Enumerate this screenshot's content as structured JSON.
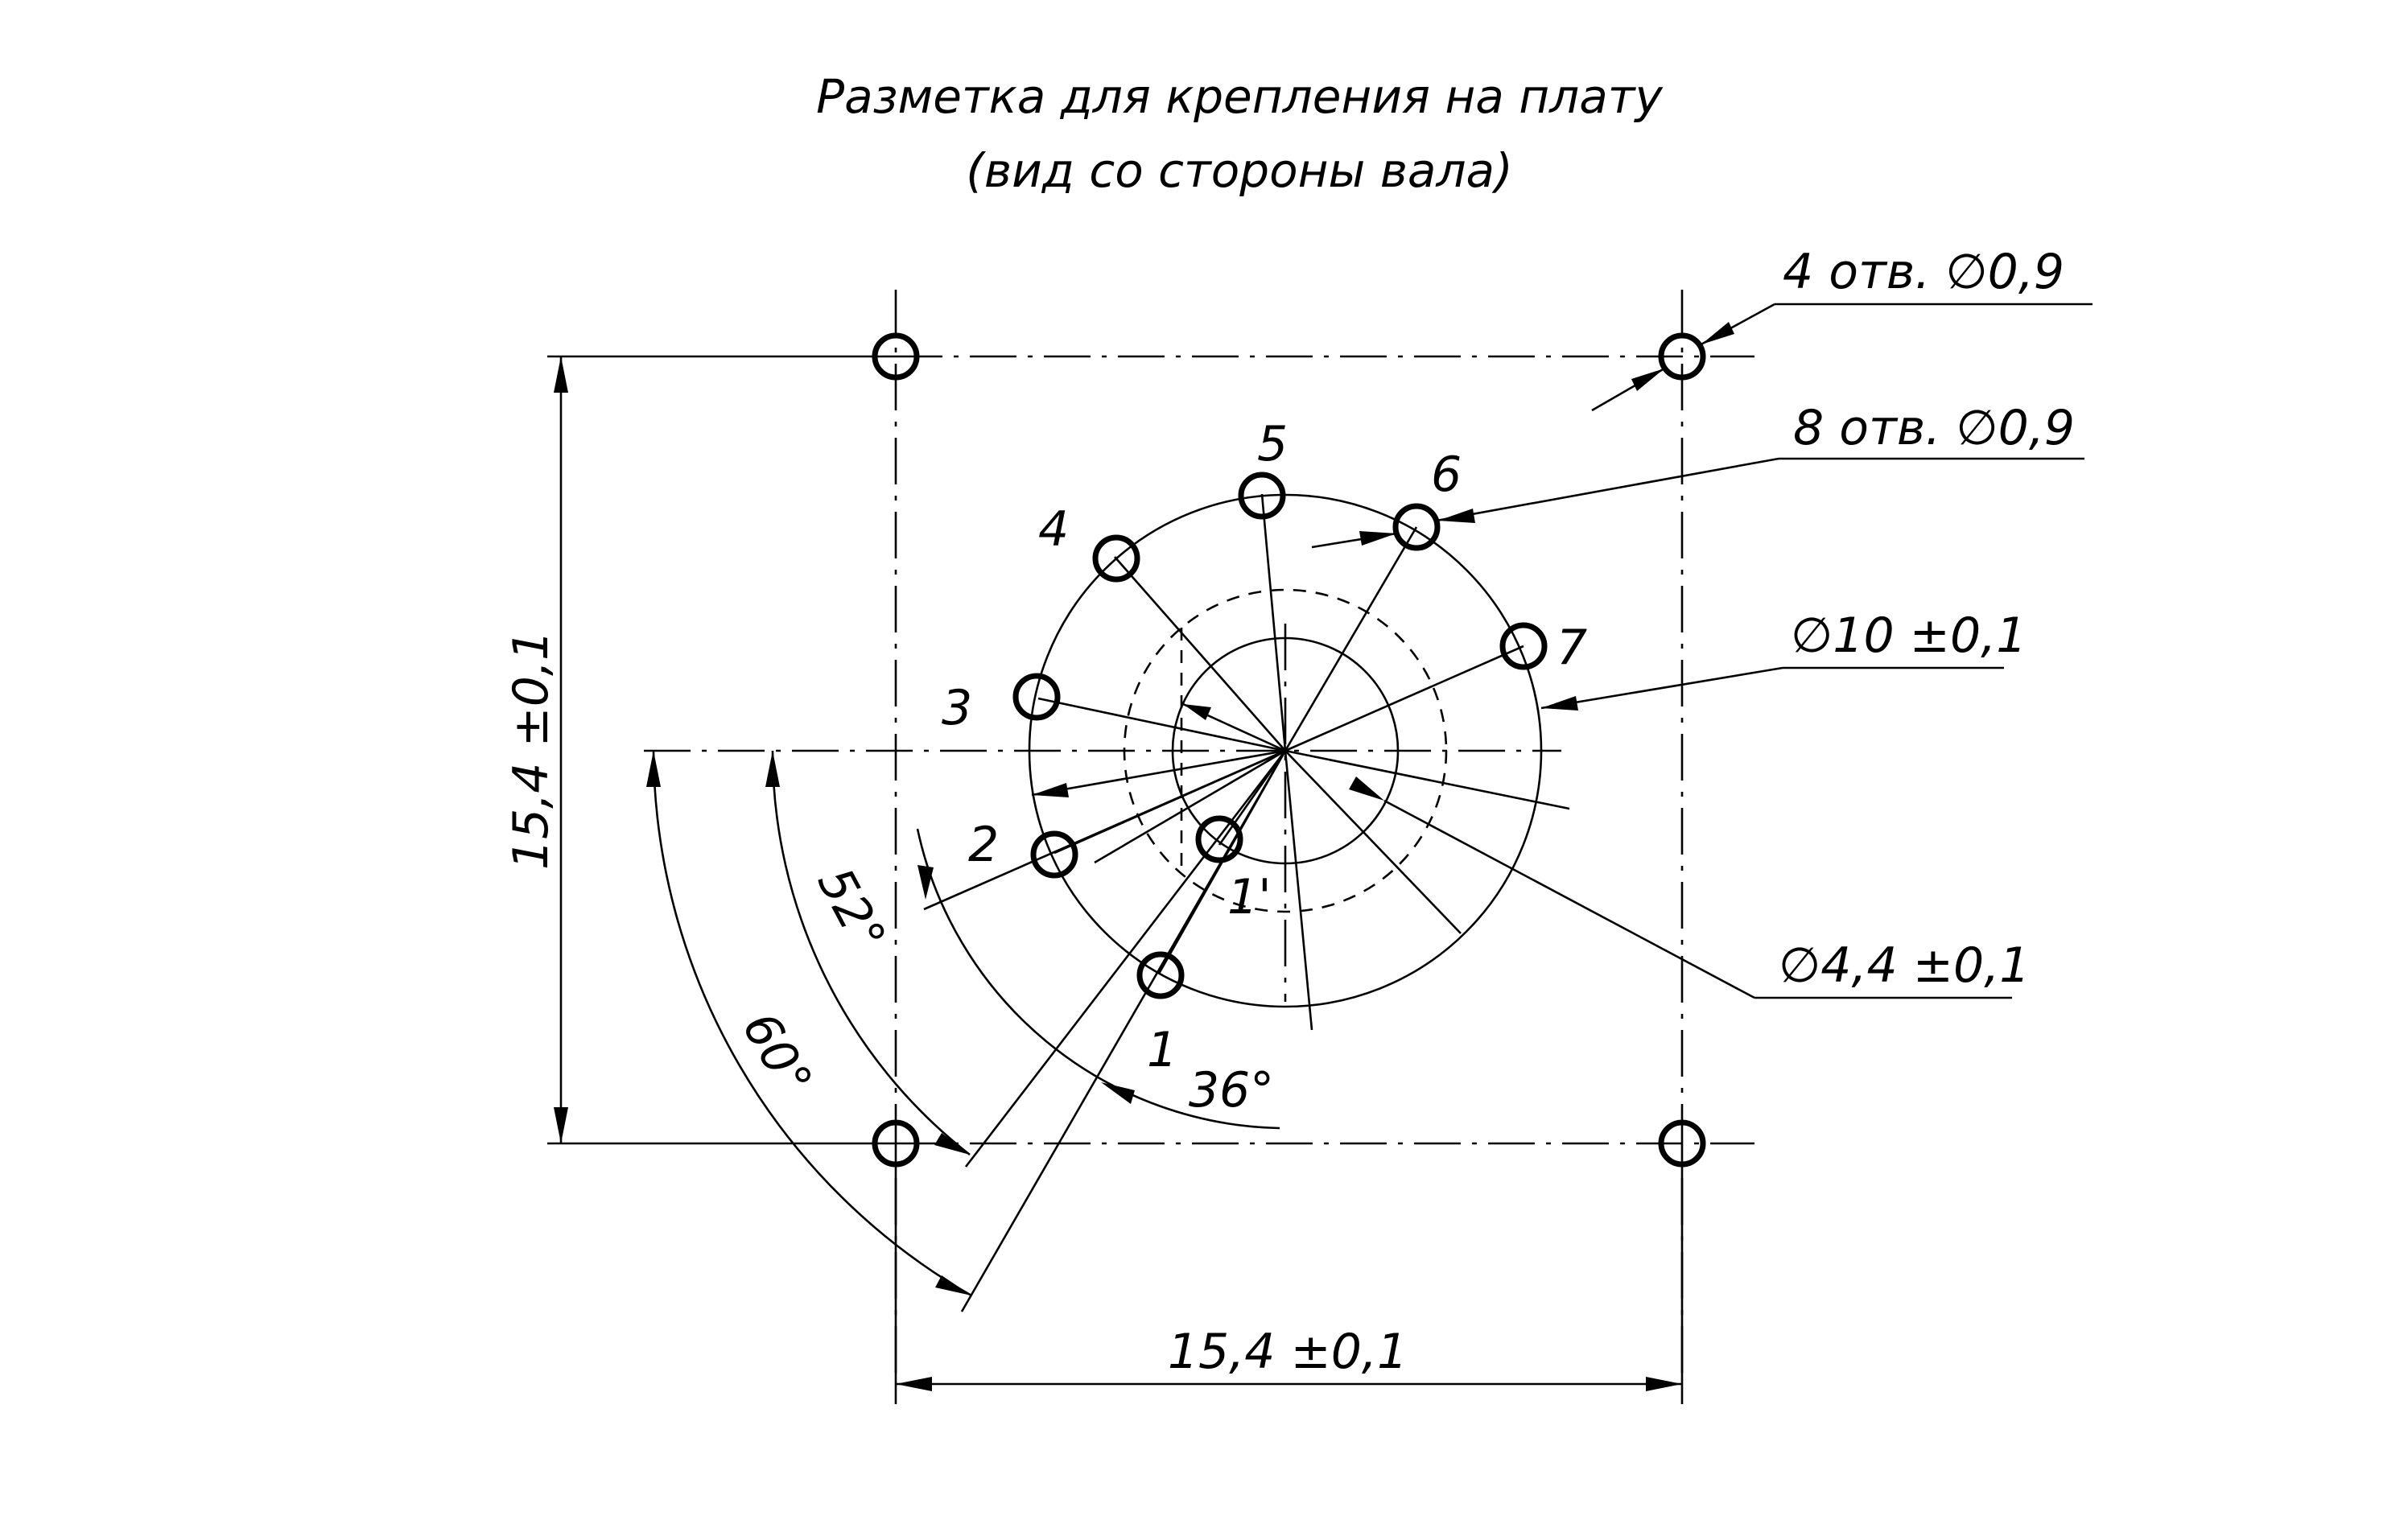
{
  "title": {
    "line1": "Разметка для крепления на плату",
    "line2": "(вид со стороны вала)"
  },
  "callouts": {
    "corner_holes": "4 отв.  ∅0,9",
    "pin_holes": "8 отв. ∅0,9",
    "outer_diameter": "∅10 ±0,1",
    "inner_diameter": "∅4,4 ±0,1"
  },
  "dimensions": {
    "vertical": "15,4 ±0,1",
    "horizontal": "15,4 ±0,1",
    "angle_60": "60°",
    "angle_52": "52°",
    "angle_36": "36°"
  },
  "pin_numbers": {
    "p1": "1",
    "p2": "2",
    "p3": "3",
    "p4": "4",
    "p5": "5",
    "p6": "6",
    "p7": "7",
    "p1_prime": "1'"
  }
}
